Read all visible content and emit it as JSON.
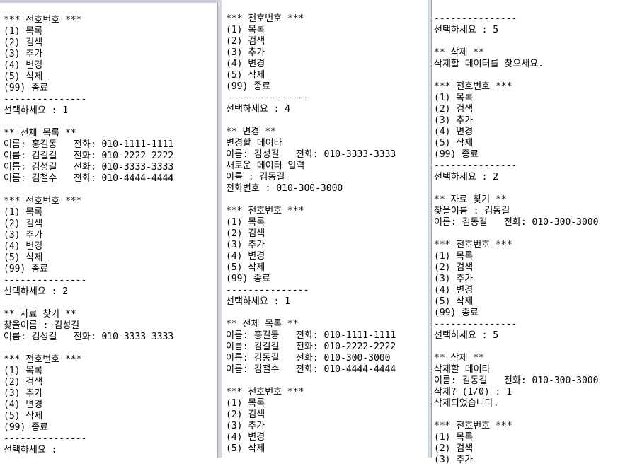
{
  "panels": [
    {
      "lines": [
        "*** 전호번호 ***",
        "(1) 목록",
        "(2) 검색",
        "(3) 추가",
        "(4) 변경",
        "(5) 삭제",
        "(99) 종료",
        "---------------",
        "선택하세요 : 1",
        "",
        "** 전체 목록 **",
        "이름: 홍길동   전화: 010-1111-1111",
        "이름: 김길길   전화: 010-2222-2222",
        "이름: 김성길   전화: 010-3333-3333",
        "이름: 김철수   전화: 010-4444-4444",
        "",
        "*** 전호번호 ***",
        "(1) 목록",
        "(2) 검색",
        "(3) 추가",
        "(4) 변경",
        "(5) 삭제",
        "(99) 종료",
        "---------------",
        "선택하세요 : 2",
        "",
        "** 자료 찾기 **",
        "찾을이름 : 김성길",
        "이름: 김성길   전화: 010-3333-3333",
        "",
        "*** 전호번호 ***",
        "(1) 목록",
        "(2) 검색",
        "(3) 추가",
        "(4) 변경",
        "(5) 삭제",
        "(99) 종료",
        "---------------",
        "선택하세요 :"
      ]
    },
    {
      "lines": [
        "*** 전호번호 ***",
        "(1) 목록",
        "(2) 검색",
        "(3) 추가",
        "(4) 변경",
        "(5) 삭제",
        "(99) 종료",
        "---------------",
        "선택하세요 : 4",
        "",
        "** 변경 **",
        "변경할 데이타",
        "이름: 김성길   전화: 010-3333-3333",
        "새로운 데이터 입력",
        "이름 : 김동길",
        "전화번호 : 010-300-3000",
        "",
        "*** 전호번호 ***",
        "(1) 목록",
        "(2) 검색",
        "(3) 추가",
        "(4) 변경",
        "(5) 삭제",
        "(99) 종료",
        "---------------",
        "선택하세요 : 1",
        "",
        "** 전체 목록 **",
        "이름: 홍길동   전화: 010-1111-1111",
        "이름: 김길길   전화: 010-2222-2222",
        "이름: 김동길   전화: 010-300-3000",
        "이름: 김철수   전화: 010-4444-4444",
        "",
        "*** 전호번호 ***",
        "(1) 목록",
        "(2) 검색",
        "(3) 추가",
        "(4) 변경",
        "(5) 삭제"
      ]
    },
    {
      "lines": [
        "---------------",
        "선택하세요 : 5",
        "",
        "** 삭제 **",
        "삭제할 데이터를 찾으세요.",
        "",
        "*** 전호번호 ***",
        "(1) 목록",
        "(2) 검색",
        "(3) 추가",
        "(4) 변경",
        "(5) 삭제",
        "(99) 종료",
        "---------------",
        "선택하세요 : 2",
        "",
        "** 자료 찾기 **",
        "찾을이름 : 김동길",
        "이름: 김동길   전화: 010-300-3000",
        "",
        "*** 전호번호 ***",
        "(1) 목록",
        "(2) 검색",
        "(3) 추가",
        "(4) 변경",
        "(5) 삭제",
        "(99) 종료",
        "---------------",
        "선택하세요 : 5",
        "",
        "** 삭제 **",
        "삭제할 데이타",
        "이름: 김동길   전화: 010-300-3000",
        "삭제? (1/0) : 1",
        "삭제되었습니다.",
        "",
        "*** 전호번호 ***",
        "(1) 목록",
        "(2) 검색",
        "(3) 추가"
      ]
    }
  ]
}
